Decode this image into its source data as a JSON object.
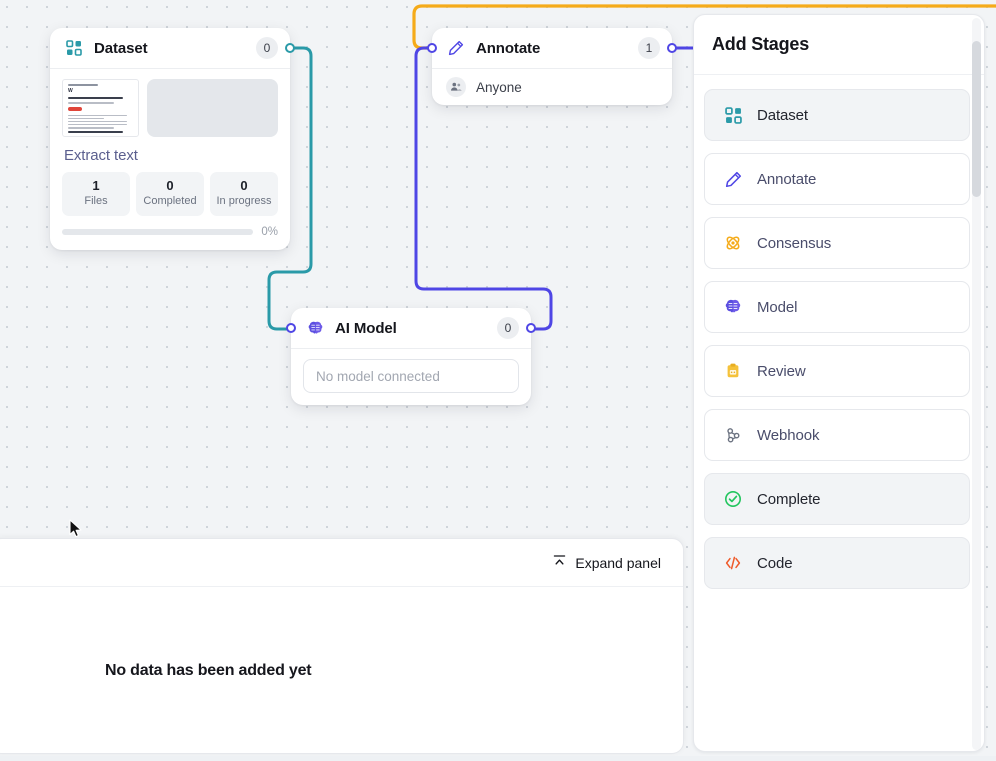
{
  "nodes": {
    "dataset": {
      "title": "Dataset",
      "count": "0",
      "icon": "dataset-grid-icon",
      "dataset_name": "Extract text",
      "stats": [
        {
          "value": "1",
          "label": "Files"
        },
        {
          "value": "0",
          "label": "Completed"
        },
        {
          "value": "0",
          "label": "In progress"
        }
      ],
      "progress_percent": "0%",
      "progress_value": 0
    },
    "annotate": {
      "title": "Annotate",
      "count": "1",
      "icon": "pencil-icon",
      "assignee": "Anyone",
      "assignee_icon": "people-icon"
    },
    "ai_model": {
      "title": "AI Model",
      "count": "0",
      "icon": "brain-icon",
      "input_placeholder": "No model connected"
    }
  },
  "edges": [
    {
      "name": "dataset-to-aimodel",
      "color": "#2a9aa8"
    },
    {
      "name": "aimodel-to-annotate",
      "color": "#4f46e5"
    },
    {
      "name": "annotate-out-highlight",
      "color": "#f5ab1a"
    }
  ],
  "add_stages": {
    "title": "Add Stages",
    "items": [
      {
        "label": "Dataset",
        "icon": "dataset-grid-icon",
        "color": "#2a9aa8",
        "selected": true
      },
      {
        "label": "Annotate",
        "icon": "pencil-icon",
        "color": "#4f46e5",
        "selected": false
      },
      {
        "label": "Consensus",
        "icon": "consensus-atom-icon",
        "color": "#f5ab1a",
        "selected": false
      },
      {
        "label": "Model",
        "icon": "brain-icon",
        "color": "#5b4ee0",
        "selected": false
      },
      {
        "label": "Review",
        "icon": "clipboard-icon",
        "color": "#f5c23a",
        "selected": false
      },
      {
        "label": "Webhook",
        "icon": "webhook-icon",
        "color": "#6b7280",
        "selected": false
      },
      {
        "label": "Complete",
        "icon": "check-circle-icon",
        "color": "#22c55e",
        "selected": true
      },
      {
        "label": "Code",
        "icon": "code-brackets-icon",
        "color": "#ef5a2a",
        "selected": true
      }
    ]
  },
  "bottom_panel": {
    "expand_label": "Expand panel",
    "expand_icon": "collapse-chevron-icon",
    "empty_message": "No data has been added yet"
  },
  "theme": {
    "canvas_bg": "#f2f4f6",
    "accent_purple": "#4f46e5",
    "accent_teal": "#2a9aa8",
    "accent_yellow": "#f5ab1a"
  }
}
